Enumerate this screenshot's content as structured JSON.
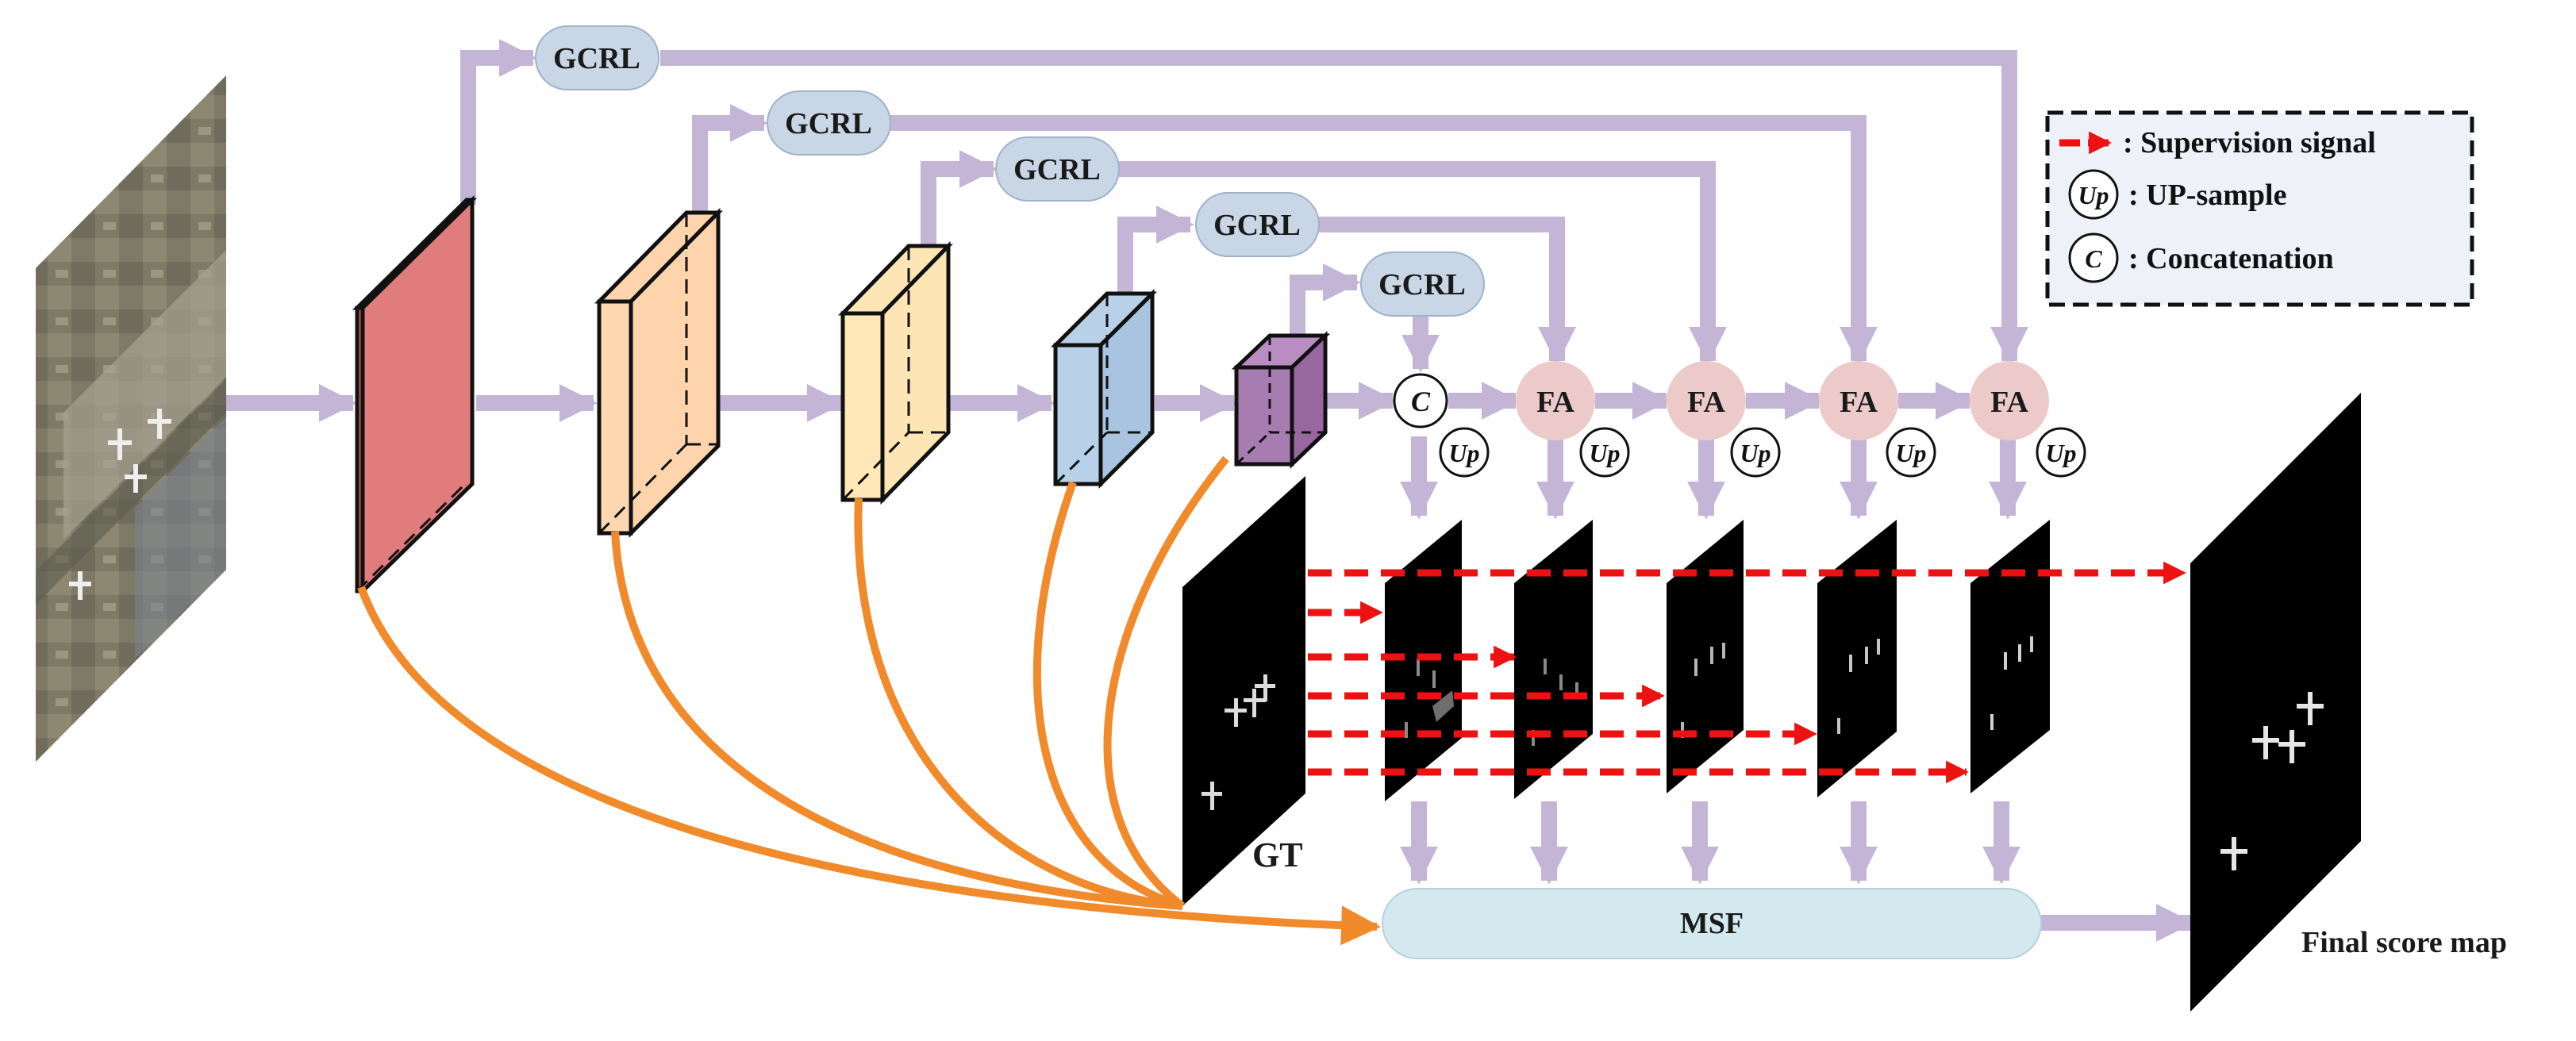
{
  "modules": {
    "gcrl": "GCRL",
    "fa": "FA",
    "msf": "MSF",
    "concat_symbol": "C",
    "up_symbol": "Up"
  },
  "labels": {
    "gt": "GT",
    "final_score_map": "Final score map"
  },
  "legend": {
    "supervision": ": Supervision signal",
    "upsample": ": UP-sample",
    "concatenation": ":  Concatenation"
  },
  "colors": {
    "flow_arrow": "#c4b5d6",
    "skip_curve": "#f08a2a",
    "supervision": "#ee1111",
    "gcrl_fill": "#c9d6e6",
    "fa_fill": "#eccaca",
    "msf_fill": "#d3e9ef",
    "legend_bg": "#eef1f8",
    "block1": "#e17c7c",
    "block2": "#fed4ac",
    "block3": "#fde5b5",
    "block4": "#b8d0e8",
    "block5": "#a77cb0"
  }
}
